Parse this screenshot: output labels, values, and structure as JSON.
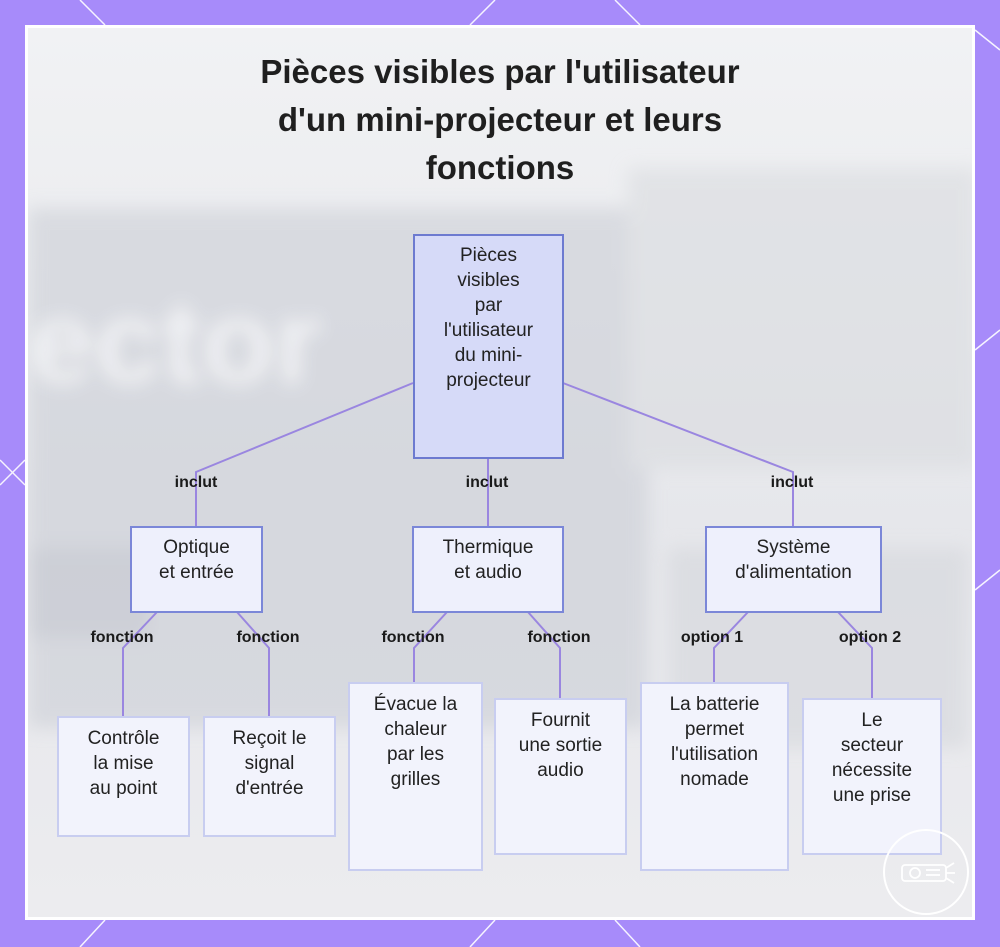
{
  "title": {
    "line1": "Pièces visibles par l'utilisateur",
    "line2": "d'un mini-projecteur et leurs",
    "line3": "fonctions"
  },
  "background_text": "ector",
  "nodes": {
    "root": [
      "Pièces",
      "visibles",
      "par",
      "l'utilisateur",
      "du mini-",
      "projecteur"
    ],
    "optique": [
      "Optique",
      "et entrée"
    ],
    "thermique": [
      "Thermique",
      "et audio"
    ],
    "alimentation": [
      "Système",
      "d'alimentation"
    ],
    "controle": [
      "Contrôle",
      "la mise",
      "au point"
    ],
    "recoit": [
      "Reçoit le",
      "signal",
      "d'entrée"
    ],
    "evacue": [
      "Évacue la",
      "chaleur",
      "par les",
      "grilles"
    ],
    "fournit": [
      "Fournit",
      "une sortie",
      "audio"
    ],
    "batterie": [
      "La batterie",
      "permet",
      "l'utilisation",
      "nomade"
    ],
    "secteur": [
      "Le",
      "secteur",
      "nécessite",
      "une prise"
    ]
  },
  "edge_labels": {
    "inclut_left": "inclut",
    "inclut_mid": "inclut",
    "inclut_right": "inclut",
    "fonction_1": "fonction",
    "fonction_2": "fonction",
    "fonction_3": "fonction",
    "fonction_4": "fonction",
    "option_1": "option 1",
    "option_2": "option 2"
  },
  "colors": {
    "frame": "#a78bfa",
    "edge": "#9a86e0",
    "root_fill": "#d6daf8",
    "node_border": "#7b87d8"
  },
  "icons": {
    "logo": "projector-icon"
  }
}
